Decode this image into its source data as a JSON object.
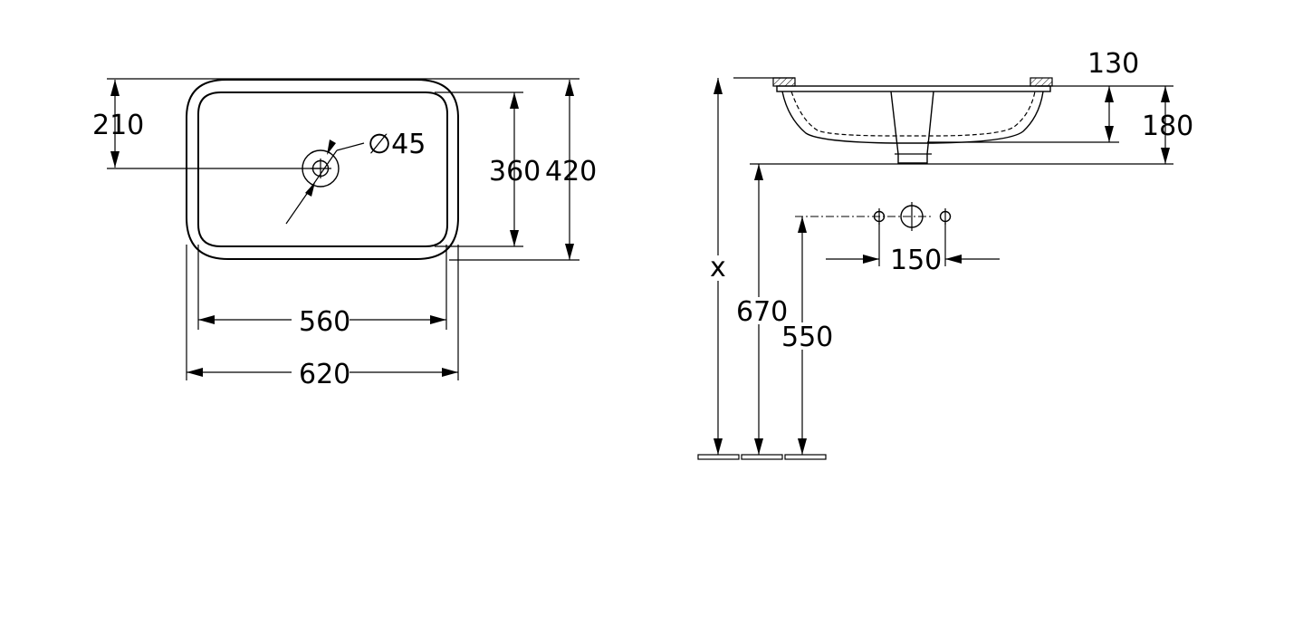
{
  "top_view": {
    "dim_tap_hole_offset": "210",
    "dim_tap_hole_diameter": "∅45",
    "dim_inner_depth": "360",
    "dim_outer_depth": "420",
    "dim_inner_width": "560",
    "dim_outer_width": "620"
  },
  "side_view": {
    "dim_rim": "130",
    "dim_bowl_height": "180",
    "dim_installation_height": "x",
    "dim_underside_height": "670",
    "dim_outlet_height": "550",
    "dim_tap_spacing": "150"
  }
}
